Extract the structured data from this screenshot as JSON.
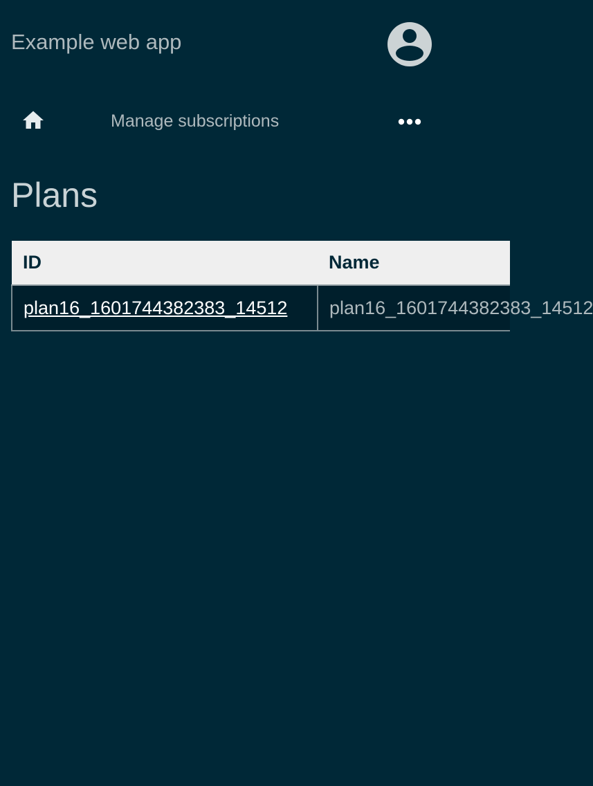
{
  "header": {
    "app_title": "Example web app"
  },
  "nav": {
    "manage_label": "Manage subscriptions"
  },
  "page": {
    "title": "Plans"
  },
  "table": {
    "columns": [
      "ID",
      "Name"
    ],
    "rows": [
      {
        "id": "plan16_1601744382383_14512",
        "name": "plan16_1601744382383_14512"
      }
    ]
  },
  "colors": {
    "background": "#002837",
    "header_row": "#efefef",
    "link": "#ffffff"
  },
  "icons": {
    "avatar": "user-avatar-icon",
    "home": "home-icon",
    "more": "more-horizontal-icon"
  }
}
